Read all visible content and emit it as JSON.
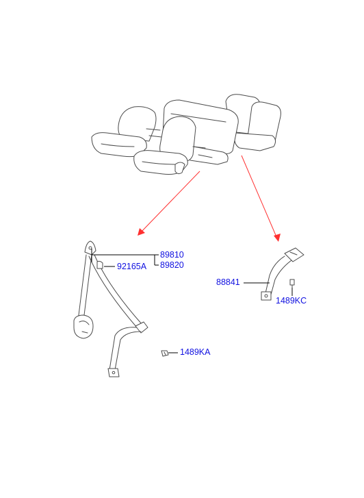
{
  "labels": {
    "p89810": "89810",
    "p89820": "89820",
    "p92165A": "92165A",
    "p1489KA": "1489KA",
    "p88841": "88841",
    "p1489KC": "1489KC"
  },
  "colors": {
    "label": "#1010e0",
    "arrow": "#ff3030",
    "line_art": "#4a4a4a"
  }
}
